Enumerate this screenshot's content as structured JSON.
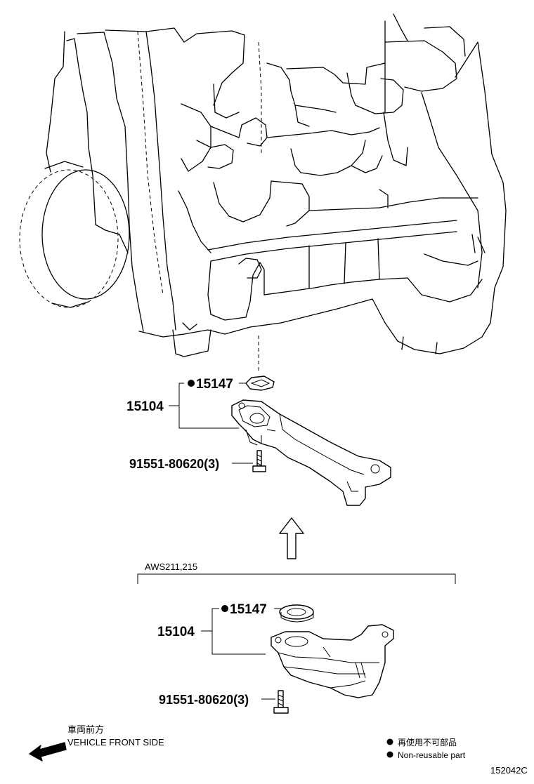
{
  "callouts_top": {
    "gasket": "15147",
    "assembly": "15104",
    "bolt": "91551-80620(3)"
  },
  "variant": {
    "label": "AWS211,215",
    "gasket": "15147",
    "assembly": "15104",
    "bolt": "91551-80620(3)"
  },
  "legend": {
    "front_jp": "車両前方",
    "front_en": "VEHICLE FRONT SIDE",
    "nonreusable_jp": "再使用不可部品",
    "nonreusable_en": "Non-reusable part"
  },
  "figure_id": "152042C"
}
